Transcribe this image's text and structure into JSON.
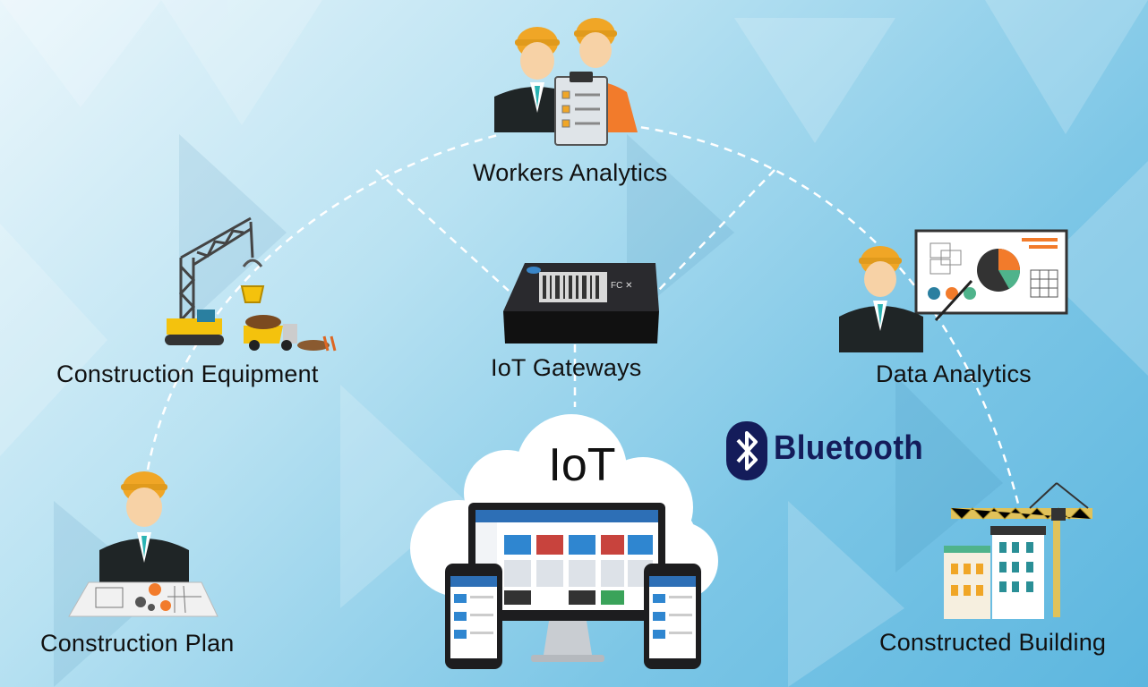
{
  "nodes": {
    "workers_analytics": "Workers Analytics",
    "construction_equipment": "Construction Equipment",
    "iot_gateways": "IoT Gateways",
    "data_analytics": "Data Analytics",
    "construction_plan": "Construction Plan",
    "constructed_building": "Constructed Building"
  },
  "cloud": {
    "title": "IoT"
  },
  "bluetooth": {
    "label": "Bluetooth"
  },
  "icons": [
    "worker-pair-icon",
    "crane-icon",
    "gateway-device-icon",
    "presenter-icon",
    "planner-icon",
    "building-crane-icon",
    "cloud-icon",
    "devices-icon",
    "bluetooth-icon"
  ],
  "colors": {
    "helmet": "#f0a626",
    "suit": "#1f2526",
    "tie": "#2ab3b3",
    "cloud": "#ffffff",
    "bluetooth": "#141c5a",
    "orange": "#f27b2b"
  }
}
